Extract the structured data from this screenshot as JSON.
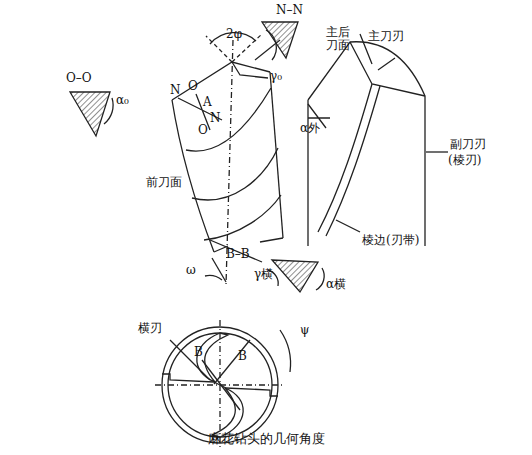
{
  "diagram": {
    "caption": "麻花钻头的几何角度",
    "labels": [
      "2φ",
      "N–N",
      "O–O",
      "N",
      "O",
      "A",
      "α₀",
      "N",
      "O",
      "γ₀",
      "前刀面",
      "B–B",
      "ω",
      "γ横",
      "α横",
      "横刃",
      "B",
      "B",
      "ψ",
      "主后 刀面",
      "主刀刃",
      "α外",
      "副刀刃",
      "(棱刃)",
      "棱边(刃带)"
    ]
  }
}
